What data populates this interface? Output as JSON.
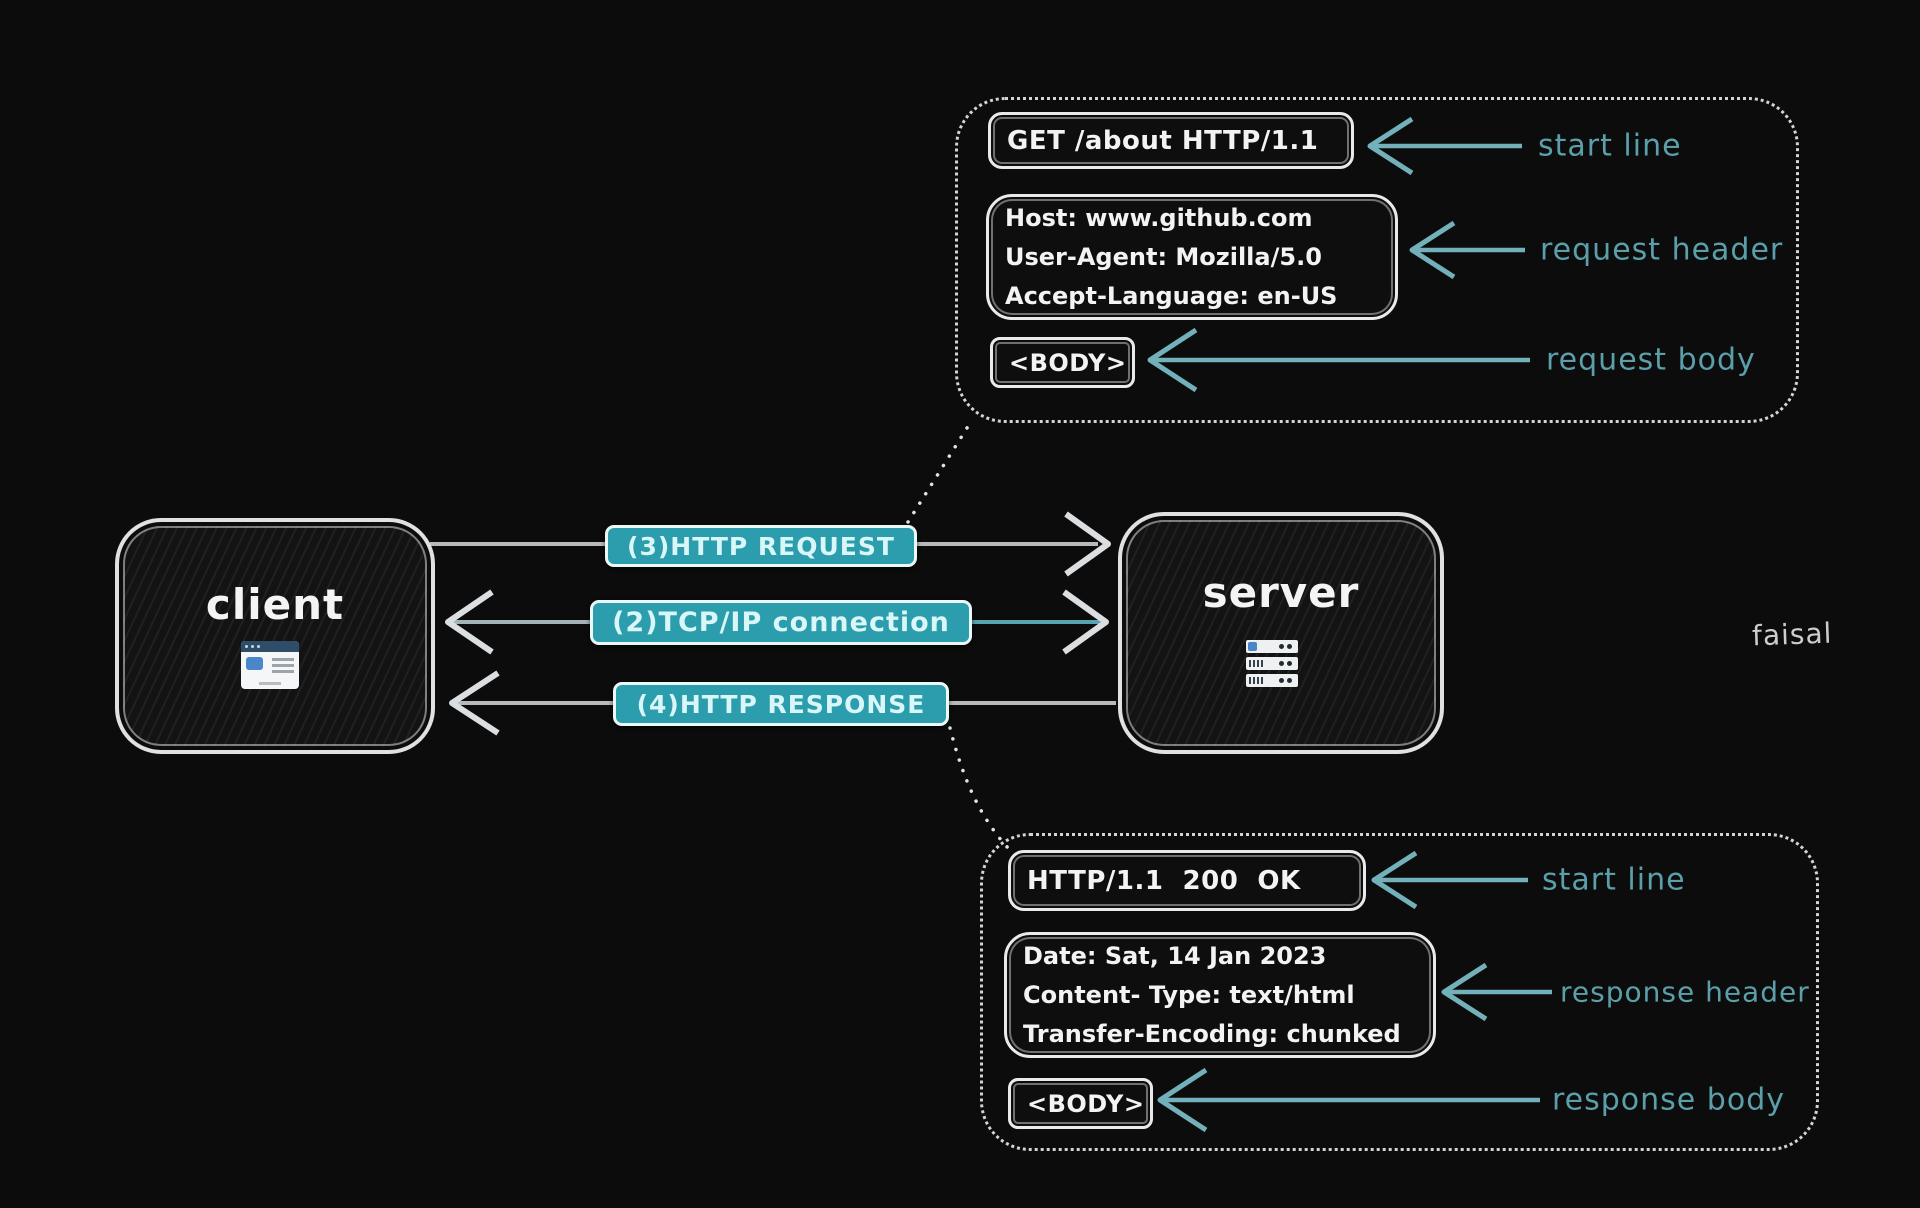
{
  "palette": {
    "background": "#0c0c0c",
    "stroke_white": "#e9ebeb",
    "text_white": "#f3f3f3",
    "teal_arrow": "#72b0ba",
    "teal_label": "#5a9fa9",
    "pill_fill": "#2b9dac",
    "pill_border": "#ebf8f8",
    "pill_text": "#d9f6f8",
    "gray_line": "#b7babc",
    "white_chevron": "#dcdfe1",
    "dotted_border": "#d4d4d4",
    "watermark_color": "#cdcdcd"
  },
  "nodes": {
    "client": {
      "label": "client",
      "icon": "browser-window-icon"
    },
    "server": {
      "label": "server",
      "icon": "server-rack-icon"
    }
  },
  "flows": {
    "http_request": "(3)HTTP REQUEST",
    "tcp_connection": "(2)TCP/IP connection",
    "http_response": "(4)HTTP RESPONSE"
  },
  "request_panel": {
    "start_line": "GET /about HTTP/1.1",
    "header_lines": [
      "Host: www.github.com",
      "User-Agent: Mozilla/5.0",
      "Accept-Language: en-US"
    ],
    "body": "<BODY>",
    "label_start": "start line",
    "label_header": "request header",
    "label_body": "request body"
  },
  "response_panel": {
    "start_line": "HTTP/1.1  200  OK",
    "header_lines": [
      "Date: Sat, 14 Jan 2023",
      "Content- Type: text/html",
      "Transfer-Encoding: chunked"
    ],
    "body": "<BODY>",
    "label_start": "start line",
    "label_header": "response header",
    "label_body": "response body"
  },
  "watermark": "faisal"
}
